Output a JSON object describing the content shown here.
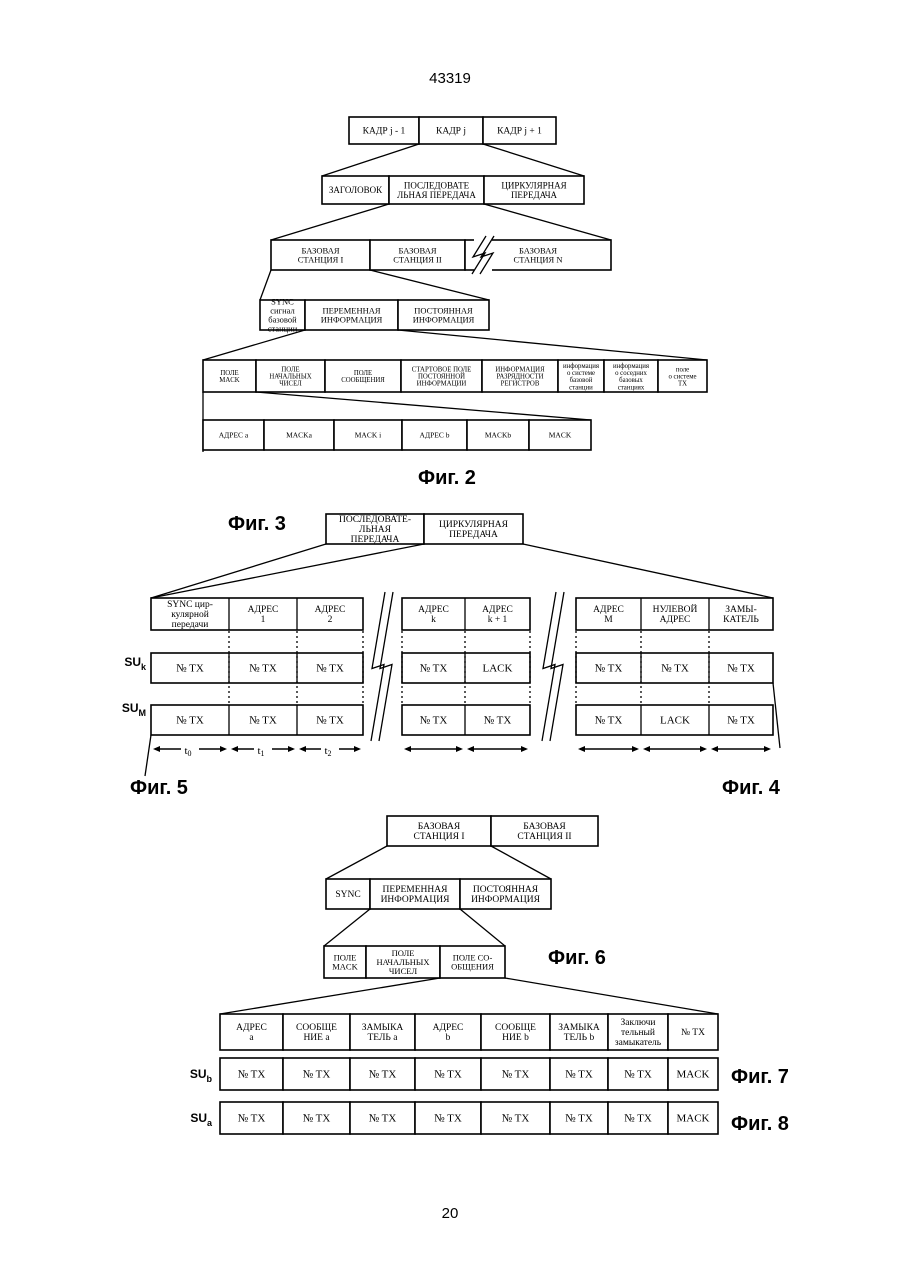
{
  "page_number_top": "43319",
  "page_number_bottom": "20",
  "fig2": {
    "caption": "Фиг. 2",
    "frames": [
      [
        "КАДР j - 1"
      ],
      [
        "КАДР j"
      ],
      [
        "КАДР j + 1"
      ]
    ],
    "frame_parts": [
      [
        "ЗАГОЛОВОК"
      ],
      [
        "ПОСЛЕДОВАТЕ",
        "ЛЬНАЯ ПЕРЕДАЧА"
      ],
      [
        "ЦИРКУЛЯРНАЯ",
        "ПЕРЕДАЧА"
      ]
    ],
    "stations": [
      [
        "БАЗОВАЯ",
        "СТАНЦИЯ I"
      ],
      [
        "БАЗОВАЯ",
        "СТАНЦИЯ II"
      ],
      [
        "БАЗОВАЯ",
        "СТАНЦИЯ N"
      ]
    ],
    "station_parts": [
      [
        "SYNC",
        "сигнал",
        "базовой",
        "станции"
      ],
      [
        "ПЕРЕМЕННАЯ",
        "ИНФОРМАЦИЯ"
      ],
      [
        "ПОСТОЯННАЯ",
        "ИНФОРМАЦИЯ"
      ]
    ],
    "fields": [
      [
        "ПОЛЕ",
        "MACK"
      ],
      [
        "ПОЛЕ",
        "НАЧАЛЬНЫХ",
        "ЧИСЕЛ"
      ],
      [
        "ПОЛЕ",
        "СООБЩЕНИЯ"
      ],
      [
        "СТАРТОВОЕ ПОЛЕ",
        "ПОСТОЯННОЙ",
        "ИНФОРМАЦИИ"
      ],
      [
        "ИНФОРМАЦИЯ",
        "РАЗРЯДНОСТИ",
        "РЕГИСТРОВ"
      ],
      [
        "информация",
        "о системе",
        "базовой",
        "станции"
      ],
      [
        "информация",
        "о соседних",
        "базовых",
        "станциях"
      ],
      [
        "поле",
        "о системе",
        "ТХ"
      ]
    ],
    "masks": [
      [
        "АДРЕС a"
      ],
      [
        "MACKa"
      ],
      [
        "MACK i"
      ],
      [
        "АДРЕС b"
      ],
      [
        "MACKb"
      ],
      [
        "MACK"
      ]
    ]
  },
  "fig3": {
    "caption": "Фиг. 3",
    "header": [
      [
        "ПОСЛЕДОВАТЕ-",
        "ЛЬНАЯ",
        "ПЕРЕДАЧА"
      ],
      [
        "ЦИРКУЛЯРНАЯ",
        "ПЕРЕДАЧА"
      ]
    ],
    "columns": [
      [
        "SYNC цир-",
        "кулярной",
        "передачи"
      ],
      [
        "АДРЕС",
        "1"
      ],
      [
        "АДРЕС",
        "2"
      ],
      [
        "АДРЕС",
        "k"
      ],
      [
        "АДРЕС",
        "k + 1"
      ],
      [
        "АДРЕС",
        "M"
      ],
      [
        "НУЛЕВОЙ",
        "АДРЕС"
      ],
      [
        "ЗАМЫ-",
        "КАТЕЛЬ"
      ]
    ],
    "row_k_label": "SU",
    "row_k_sub": "k",
    "row_k": [
      "№ TX",
      "№ TX",
      "№ TX",
      "№ TX",
      "LACK",
      "№ TX",
      "№ TX",
      "№ TX"
    ],
    "row_m_label": "SU",
    "row_m_sub": "M",
    "row_m": [
      "№ TX",
      "№ TX",
      "№ TX",
      "№ TX",
      "№ TX",
      "№ TX",
      "LACK",
      "№ TX"
    ],
    "time_labels": [
      {
        "main": "t",
        "sub": "0"
      },
      {
        "main": "t",
        "sub": "1"
      },
      {
        "main": "t",
        "sub": "2"
      }
    ]
  },
  "fig4_caption": "Фиг. 4",
  "fig5_caption": "Фиг. 5",
  "fig6": {
    "caption": "Фиг. 6",
    "stations": [
      [
        "БАЗОВАЯ",
        "СТАНЦИЯ I"
      ],
      [
        "БАЗОВАЯ",
        "СТАНЦИЯ II"
      ]
    ],
    "parts": [
      [
        "SYNC"
      ],
      [
        "ПЕРЕМЕННАЯ",
        "ИНФОРМАЦИЯ"
      ],
      [
        "ПОСТОЯННАЯ",
        "ИНФОРМАЦИЯ"
      ]
    ],
    "fields": [
      [
        "ПОЛЕ",
        "MACK"
      ],
      [
        "ПОЛЕ",
        "НАЧАЛЬНЫХ",
        "ЧИСЕЛ"
      ],
      [
        "ПОЛЕ СО-",
        "ОБЩЕНИЯ"
      ]
    ],
    "columns": [
      [
        "АДРЕС",
        "a"
      ],
      [
        "СООБЩЕ",
        "НИЕ a"
      ],
      [
        "ЗАМЫКА",
        "ТЕЛЬ a"
      ],
      [
        "АДРЕС",
        "b"
      ],
      [
        "СООБЩЕ",
        "НИЕ b"
      ],
      [
        "ЗАМЫКА",
        "ТЕЛЬ b"
      ],
      [
        "Заключи",
        "тельный",
        "замыкатель"
      ],
      [
        "№ TX"
      ]
    ],
    "row_b_label": "SU",
    "row_b_sub": "b",
    "row_b": [
      "№ TX",
      "№ TX",
      "№ TX",
      "№ TX",
      "№ TX",
      "№ TX",
      "№ TX",
      "MACK"
    ],
    "row_a_label": "SU",
    "row_a_sub": "a",
    "row_a": [
      "№ TX",
      "№ TX",
      "№ TX",
      "№ TX",
      "№ TX",
      "№ TX",
      "№ TX",
      "MACK"
    ]
  },
  "fig7_caption": "Фиг. 7",
  "fig8_caption": "Фиг. 8"
}
